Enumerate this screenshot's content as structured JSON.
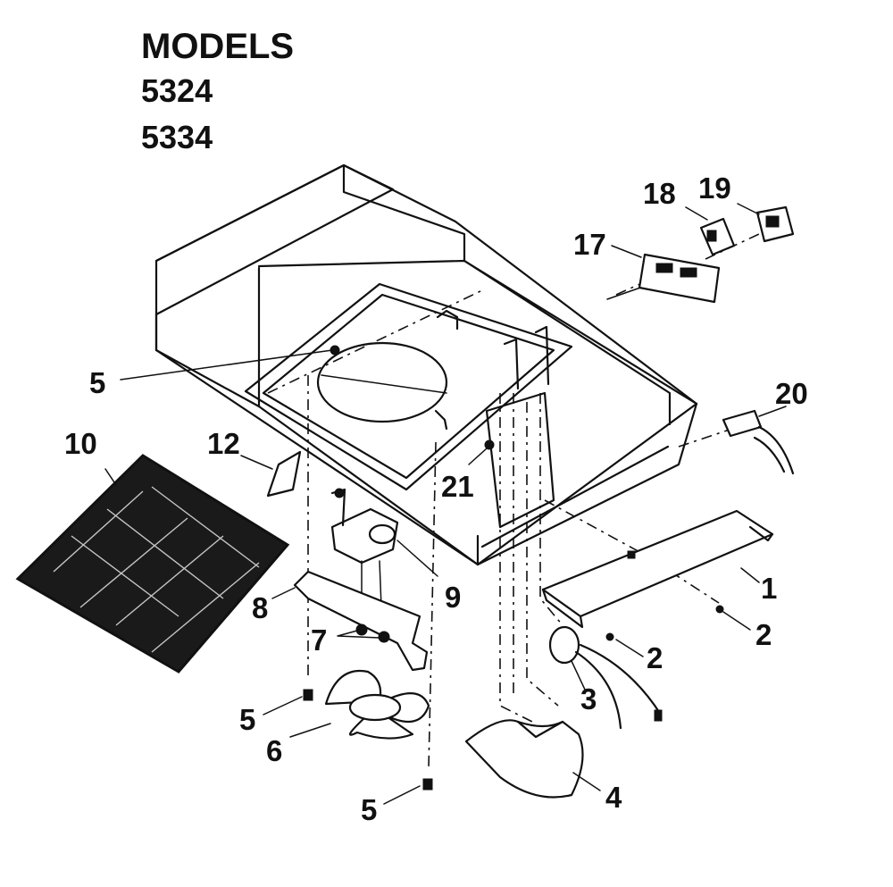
{
  "header": {
    "title": "MODELS",
    "models": [
      "5324",
      "5334"
    ]
  },
  "callouts": {
    "p1": "1",
    "p2a": "2",
    "p2b": "2",
    "p3": "3",
    "p4": "4",
    "p5a": "5",
    "p5b": "5",
    "p5c": "5",
    "p6": "6",
    "p7": "7",
    "p8": "8",
    "p9": "9",
    "p10": "10",
    "p12": "12",
    "p17": "17",
    "p18": "18",
    "p19": "19",
    "p20": "20",
    "p21": "21"
  }
}
